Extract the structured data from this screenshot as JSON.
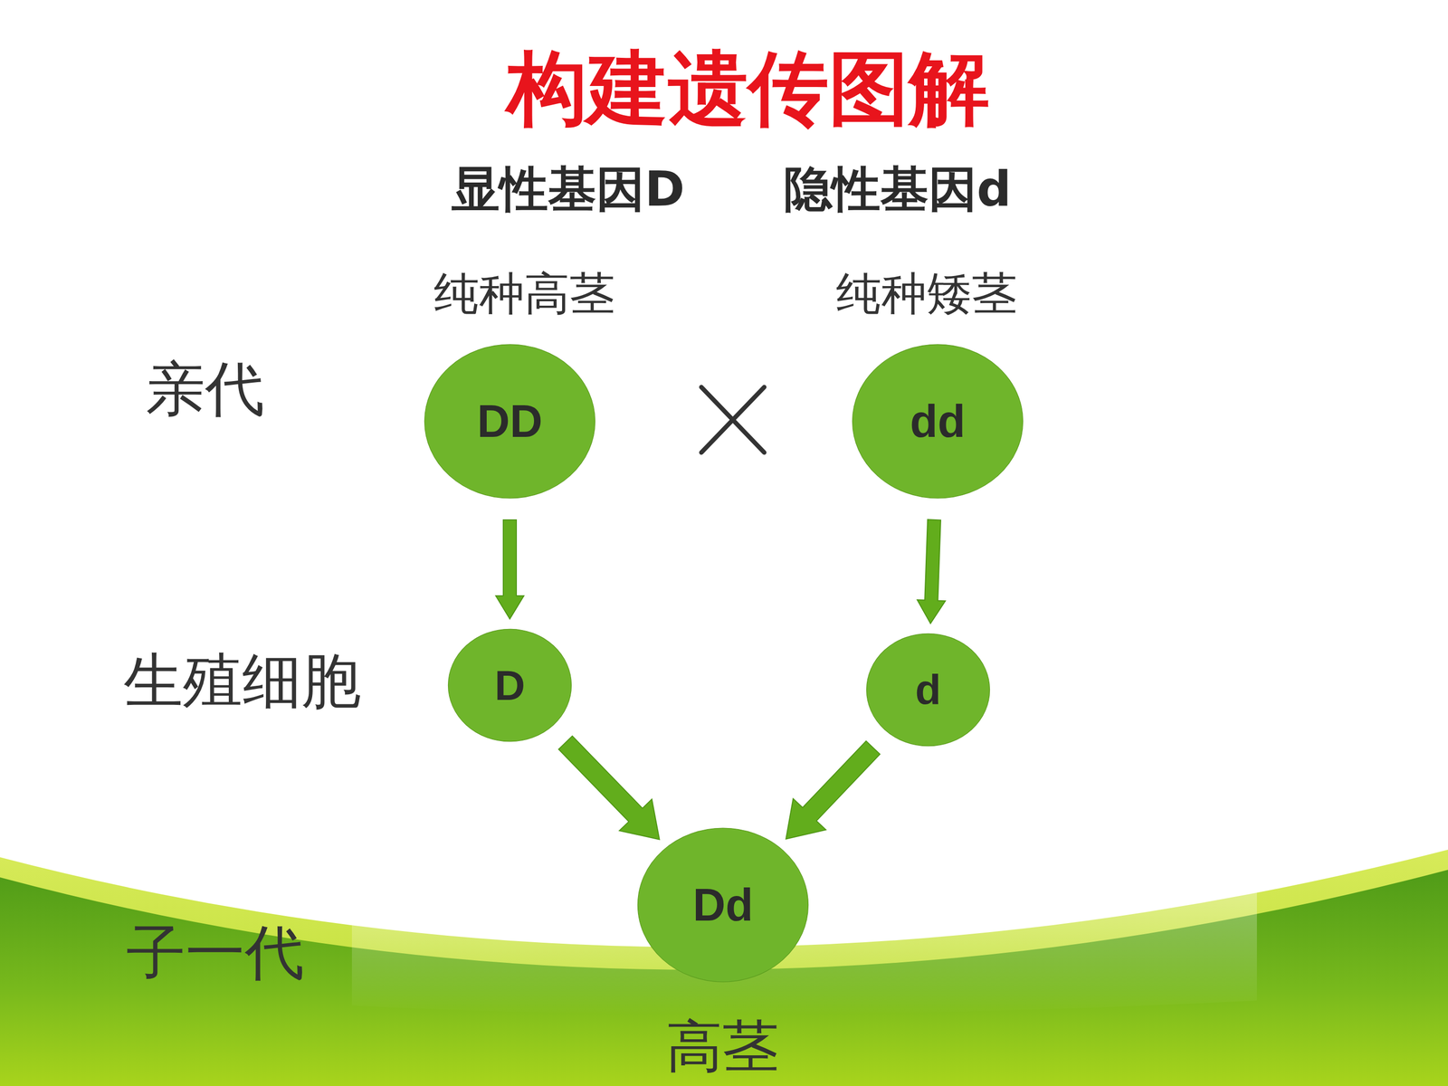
{
  "diagram": {
    "title": "构建遗传图解",
    "nodes": [
      {
        "text": [
          "DD"
        ]
      },
      {
        "text": [
          "dd"
        ]
      },
      {
        "text": [
          "D"
        ]
      },
      {
        "text": [
          "d"
        ]
      },
      {
        "text": [
          "Dd"
        ]
      }
    ],
    "edges": [
      {
        "from": 0,
        "to": 2,
        "arrow": "to"
      },
      {
        "from": 1,
        "to": 3,
        "arrow": "to"
      },
      {
        "from": 2,
        "to": 4,
        "arrow": "to"
      },
      {
        "from": 3,
        "to": 4,
        "arrow": "to"
      }
    ],
    "labels": [
      "显性基因D",
      "隐性基因d",
      "纯种高茎",
      "纯种矮茎",
      "亲代",
      "生殖细胞",
      "子一代",
      "高茎"
    ]
  }
}
